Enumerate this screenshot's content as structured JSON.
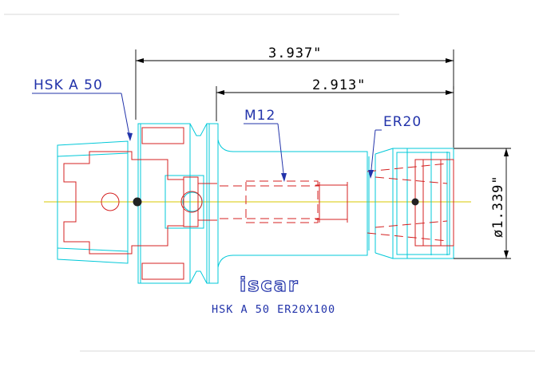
{
  "dimensions": {
    "overall_length": "3.937\"",
    "gauge_length": "2.913\"",
    "nut_diameter": "ø1.339\""
  },
  "labels": {
    "shank": "HSK A 50",
    "thread": "M12",
    "collet": "ER20"
  },
  "brand": "iscar",
  "caption": "HSK A 50 ER20X100",
  "colors": {
    "outline": "#00c8d8",
    "hidden": "#d42020",
    "dimension": "#000000",
    "label": "#2233aa",
    "centerline": "#d8c800"
  }
}
